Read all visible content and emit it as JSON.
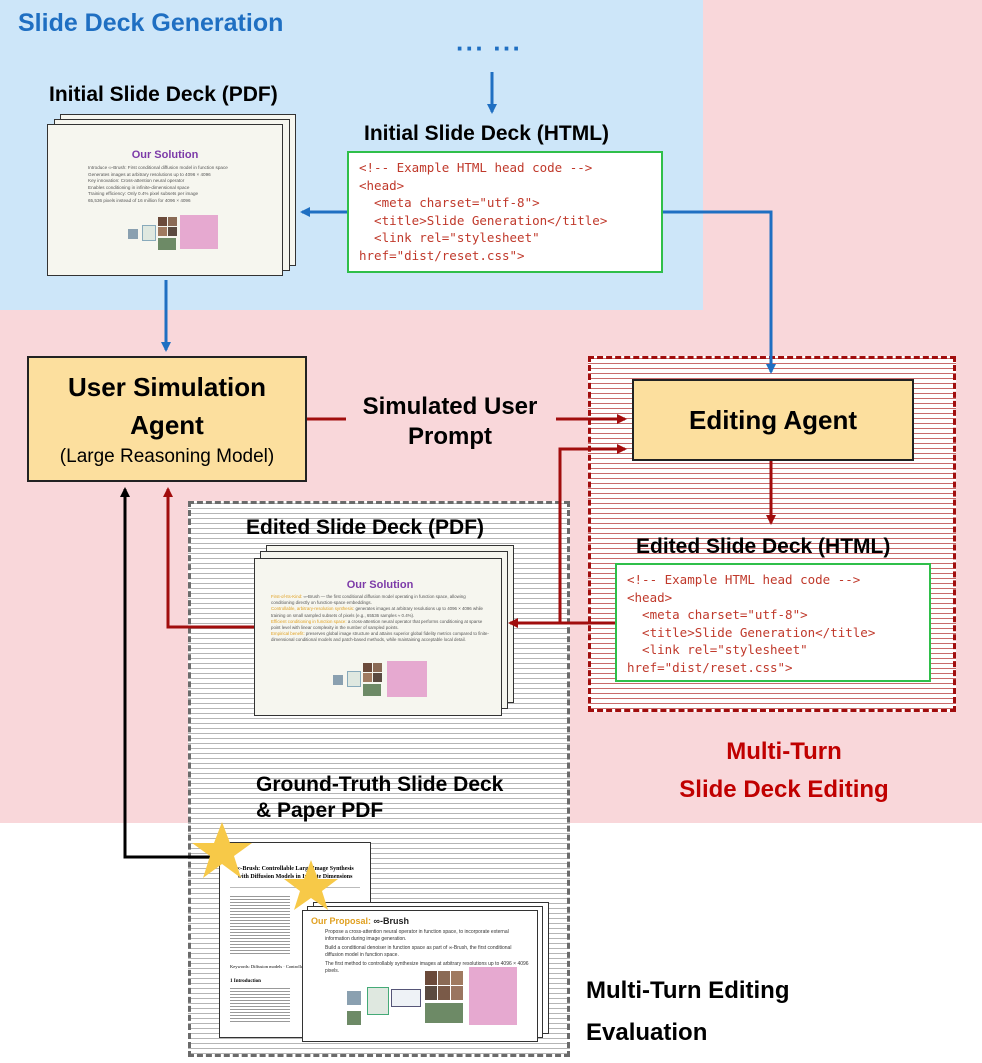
{
  "sections": {
    "generation_title": "Slide Deck Generation",
    "editing_title_line1": "Multi-Turn",
    "editing_title_line2": "Slide Deck Editing",
    "evaluation_title_line1": "Multi-Turn Editing",
    "evaluation_title_line2": "Evaluation"
  },
  "labels": {
    "initial_pdf": "Initial Slide Deck (PDF)",
    "initial_html": "Initial Slide Deck (HTML)",
    "edited_pdf": "Edited Slide Deck (PDF)",
    "edited_html": "Edited Slide Deck (HTML)",
    "ground_truth_line1": "Ground-Truth Slide Deck",
    "ground_truth_line2": "& Paper PDF",
    "simulated_prompt_line1": "Simulated User",
    "simulated_prompt_line2": "Prompt",
    "ellipsis": "··· ···"
  },
  "agents": {
    "user_sim_line1": "User Simulation",
    "user_sim_line2": "Agent",
    "user_sim_sub": "(Large Reasoning Model)",
    "editing": "Editing Agent"
  },
  "code": {
    "lines": [
      "<!-- Example HTML head code -->",
      "<head>",
      "  <meta charset=\"utf-8\">",
      "  <title>Slide Generation</title>",
      "  <link rel=\"stylesheet\"",
      "href=\"dist/reset.css\">"
    ]
  },
  "slides": {
    "initial": {
      "title": "Our Solution",
      "bullets": [
        "Introduce ∞-Brush: First conditional diffusion model in function space",
        "Generates images at arbitrary resolutions up to 4096 × 4096",
        "Key innovation: Cross-attention neural operator",
        "Enables conditioning in infinite-dimensional space",
        "Training efficiency: Only 0.4% pixel subsets per image",
        "65,536 pixels instead of 16 million for 4096 × 4096"
      ]
    },
    "edited": {
      "title": "Our Solution",
      "bullets": [
        [
          "First-of-Its-Kind:",
          " ∞-Brush — the first conditional diffusion model operating in function space, allowing conditioning directly on function-space embeddings."
        ],
        [
          "Controllable, arbitrary-resolution synthesis:",
          " generates images at arbitrary resolutions up to 4096 × 4096 while training on small sampled subsets of pixels (e.g., 65536 samples ≈ 0.4%)."
        ],
        [
          "Efficient conditioning in function space:",
          " a cross-attention neural operator that performs conditioning at sparse point level with linear complexity in the number of sampled points."
        ],
        [
          "Empirical benefit:",
          " preserves global image structure and attains superior global fidelity metrics compared to finite-dimensional conditional models and patch-based methods, while maintaining acceptable local detail."
        ]
      ]
    },
    "paper": {
      "title": "∞-Brush: Controllable Large Image Synthesis with Diffusion Models in Infinite Dimensions",
      "section": "1 Introduction",
      "keywords": "Keywords: Diffusion models · Controllable"
    },
    "proposal": {
      "title_prefix": "Our Proposal:",
      "title_name": "∞-Brush",
      "bullets": [
        "Propose a cross-attention neural operator in function space, to incorporate external information during image generation.",
        "Build a conditional denoiser in function space as part of ∞-Brush, the first conditional diffusion model in function space.",
        "The first method to controllably synthesize images at arbitrary resolutions up to 4096 × 4096 pixels."
      ]
    }
  },
  "colors": {
    "blue_region": "#cde6f9",
    "pink_region": "#f9d7da",
    "blue_arrow": "#1f6fc2",
    "red_arrow": "#a10d0d",
    "agent_fill": "#fcdf9e",
    "code_border": "#2fbf4a",
    "star": "#f7c948"
  }
}
